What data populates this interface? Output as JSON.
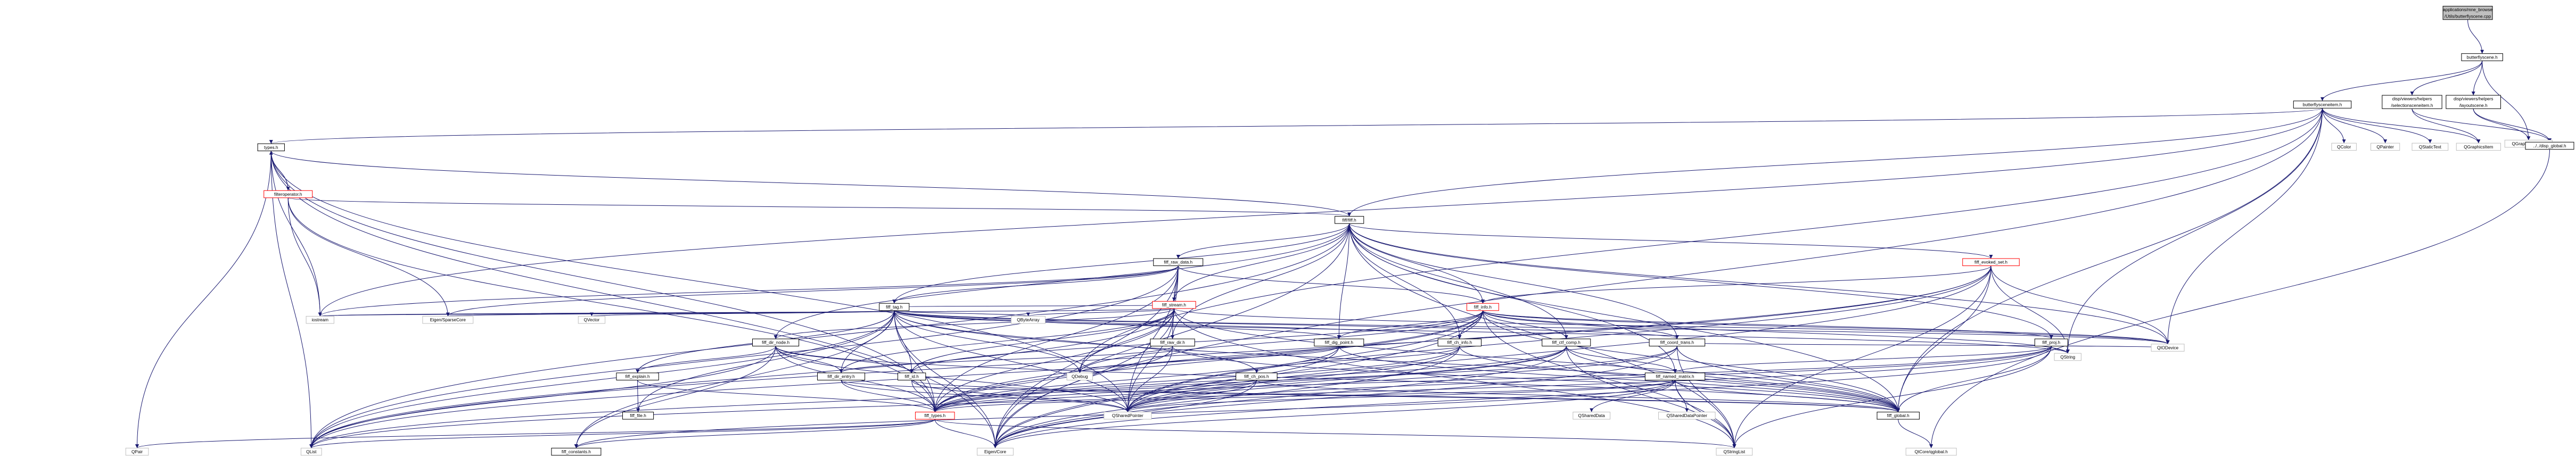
{
  "colors": {
    "background": "#ffffff",
    "node_border": "#000000",
    "node_fill": "#ffffff",
    "node_border_grey": "#bfbfbf",
    "node_border_red": "#ff0000",
    "root_fill": "#bfbfbf",
    "edge": "#191970",
    "label_text": "#000000"
  },
  "nodes": [
    {
      "id": "root",
      "lines": [
        "applications/mne_browse",
        "/Utils/butterflyscene.cpp"
      ],
      "style": "root"
    },
    {
      "id": "butterflyscene_h",
      "lines": [
        "butterflyscene.h"
      ],
      "style": "normal"
    },
    {
      "id": "butterflysceneitem_h",
      "lines": [
        "butterflysceneitem.h"
      ],
      "style": "normal"
    },
    {
      "id": "disp_selectionsceneitem_h",
      "lines": [
        "disp/viewers/helpers",
        "/selectionsceneitem.h"
      ],
      "style": "normal"
    },
    {
      "id": "disp_layoutscene_h",
      "lines": [
        "disp/viewers/helpers",
        "/layoutscene.h"
      ],
      "style": "normal"
    },
    {
      "id": "QGraphicsScene",
      "lines": [
        "QGraphicsScene"
      ],
      "style": "grey"
    },
    {
      "id": "types_h",
      "lines": [
        "types.h"
      ],
      "style": "normal"
    },
    {
      "id": "QColor",
      "lines": [
        "QColor"
      ],
      "style": "grey"
    },
    {
      "id": "QPainter",
      "lines": [
        "QPainter"
      ],
      "style": "grey"
    },
    {
      "id": "QStaticText",
      "lines": [
        "QStaticText"
      ],
      "style": "grey"
    },
    {
      "id": "QGraphicsItem",
      "lines": [
        "QGraphicsItem"
      ],
      "style": "grey"
    },
    {
      "id": "disp_global_h",
      "lines": [
        "../../disp_global.h"
      ],
      "style": "normal"
    },
    {
      "id": "filteroperator_h",
      "lines": [
        "filteroperator.h"
      ],
      "style": "red"
    },
    {
      "id": "fiff_h",
      "lines": [
        "fiff/fiff.h"
      ],
      "style": "normal"
    },
    {
      "id": "fiff_raw_data_h",
      "lines": [
        "fiff_raw_data.h"
      ],
      "style": "normal"
    },
    {
      "id": "fiff_evoked_set_h",
      "lines": [
        "fiff_evoked_set.h"
      ],
      "style": "red"
    },
    {
      "id": "fiff_tag_h",
      "lines": [
        "fiff_tag.h"
      ],
      "style": "normal"
    },
    {
      "id": "fiff_stream_h",
      "lines": [
        "fiff_stream.h"
      ],
      "style": "red"
    },
    {
      "id": "fiff_info_h",
      "lines": [
        "fiff_info.h"
      ],
      "style": "red"
    },
    {
      "id": "iostream",
      "lines": [
        "iostream"
      ],
      "style": "grey"
    },
    {
      "id": "Eigen_SparseCore",
      "lines": [
        "Eigen/SparseCore"
      ],
      "style": "grey"
    },
    {
      "id": "QVector",
      "lines": [
        "QVector"
      ],
      "style": "grey"
    },
    {
      "id": "QByteArray",
      "lines": [
        "QByteArray"
      ],
      "style": "grey"
    },
    {
      "id": "fiff_raw_dir_h",
      "lines": [
        "fiff_raw_dir.h"
      ],
      "style": "normal"
    },
    {
      "id": "fiff_dig_point_h",
      "lines": [
        "fiff_dig_point.h"
      ],
      "style": "normal"
    },
    {
      "id": "fiff_ch_info_h",
      "lines": [
        "fiff_ch_info.h"
      ],
      "style": "normal"
    },
    {
      "id": "fiff_ctf_comp_h",
      "lines": [
        "fiff_ctf_comp.h"
      ],
      "style": "normal"
    },
    {
      "id": "fiff_coord_trans_h",
      "lines": [
        "fiff_coord_trans.h"
      ],
      "style": "normal"
    },
    {
      "id": "fiff_proj_h",
      "lines": [
        "fiff_proj.h"
      ],
      "style": "normal"
    },
    {
      "id": "QIODevice",
      "lines": [
        "QIODevice"
      ],
      "style": "grey"
    },
    {
      "id": "QString",
      "lines": [
        "QString"
      ],
      "style": "grey"
    },
    {
      "id": "fiff_dir_node_h",
      "lines": [
        "fiff_dir_node.h"
      ],
      "style": "normal"
    },
    {
      "id": "fiff_explain_h",
      "lines": [
        "fiff_explain.h"
      ],
      "style": "normal"
    },
    {
      "id": "fiff_file_h",
      "lines": [
        "fiff_file.h"
      ],
      "style": "normal"
    },
    {
      "id": "fiff_dir_entry_h",
      "lines": [
        "fiff_dir_entry.h"
      ],
      "style": "normal"
    },
    {
      "id": "fiff_id_h",
      "lines": [
        "fiff_id.h"
      ],
      "style": "normal"
    },
    {
      "id": "QDebug",
      "lines": [
        "QDebug"
      ],
      "style": "grey"
    },
    {
      "id": "fiff_ch_pos_h",
      "lines": [
        "fiff_ch_pos.h"
      ],
      "style": "normal"
    },
    {
      "id": "fiff_named_matrix_h",
      "lines": [
        "fiff_named_matrix.h"
      ],
      "style": "normal"
    },
    {
      "id": "fiff_types_h",
      "lines": [
        "fiff_types.h"
      ],
      "style": "red"
    },
    {
      "id": "QSharedPointer",
      "lines": [
        "QSharedPointer"
      ],
      "style": "grey"
    },
    {
      "id": "fiff_global_h",
      "lines": [
        "fiff_global.h"
      ],
      "style": "normal"
    },
    {
      "id": "QSharedData",
      "lines": [
        "QSharedData"
      ],
      "style": "grey"
    },
    {
      "id": "QSharedDataPointer",
      "lines": [
        "QSharedDataPointer"
      ],
      "style": "grey"
    },
    {
      "id": "QPair",
      "lines": [
        "QPair"
      ],
      "style": "grey"
    },
    {
      "id": "QList",
      "lines": [
        "QList"
      ],
      "style": "grey"
    },
    {
      "id": "fiff_constants_h",
      "lines": [
        "fiff_constants.h"
      ],
      "style": "normal"
    },
    {
      "id": "Eigen_Core",
      "lines": [
        "Eigen/Core"
      ],
      "style": "grey"
    },
    {
      "id": "QStringList",
      "lines": [
        "QStringList"
      ],
      "style": "grey"
    },
    {
      "id": "QtCore_qglobal_h",
      "lines": [
        "QtCore/qglobal.h"
      ],
      "style": "grey"
    }
  ],
  "edges": [
    [
      "root",
      "butterflyscene_h"
    ],
    [
      "butterflyscene_h",
      "butterflysceneitem_h"
    ],
    [
      "butterflyscene_h",
      "disp_selectionsceneitem_h"
    ],
    [
      "butterflyscene_h",
      "disp_layoutscene_h"
    ],
    [
      "butterflyscene_h",
      "QGraphicsScene"
    ],
    [
      "butterflysceneitem_h",
      "types_h"
    ],
    [
      "butterflysceneitem_h",
      "QColor"
    ],
    [
      "butterflysceneitem_h",
      "QPainter"
    ],
    [
      "butterflysceneitem_h",
      "QStaticText"
    ],
    [
      "butterflysceneitem_h",
      "QGraphicsItem"
    ],
    [
      "butterflysceneitem_h",
      "fiff_h"
    ],
    [
      "butterflysceneitem_h",
      "QIODevice"
    ],
    [
      "butterflysceneitem_h",
      "Eigen_Core"
    ],
    [
      "butterflysceneitem_h",
      "QString"
    ],
    [
      "butterflysceneitem_h",
      "fiff_global_h"
    ],
    [
      "butterflysceneitem_h",
      "iostream"
    ],
    [
      "butterflysceneitem_h",
      "QDebug"
    ],
    [
      "disp_selectionsceneitem_h",
      "QGraphicsItem"
    ],
    [
      "disp_selectionsceneitem_h",
      "disp_global_h"
    ],
    [
      "disp_layoutscene_h",
      "disp_global_h"
    ],
    [
      "disp_layoutscene_h",
      "QGraphicsScene"
    ],
    [
      "disp_global_h",
      "QtCore_qglobal_h"
    ],
    [
      "types_h",
      "filteroperator_h"
    ],
    [
      "types_h",
      "fiff_h"
    ],
    [
      "types_h",
      "QPair"
    ],
    [
      "types_h",
      "QList"
    ],
    [
      "types_h",
      "Eigen_Core"
    ],
    [
      "types_h",
      "fiff_types_h"
    ],
    [
      "types_h",
      "iostream"
    ],
    [
      "types_h",
      "QSharedPointer"
    ],
    [
      "filteroperator_h",
      "types_h"
    ],
    [
      "filteroperator_h",
      "fiff_h"
    ],
    [
      "filteroperator_h",
      "Eigen_SparseCore"
    ],
    [
      "filteroperator_h",
      "iostream"
    ],
    [
      "filteroperator_h",
      "fiff_types_h"
    ],
    [
      "fiff_h",
      "fiff_raw_data_h"
    ],
    [
      "fiff_h",
      "fiff_evoked_set_h"
    ],
    [
      "fiff_h",
      "fiff_tag_h"
    ],
    [
      "fiff_h",
      "fiff_stream_h"
    ],
    [
      "fiff_h",
      "fiff_info_h"
    ],
    [
      "fiff_h",
      "fiff_raw_dir_h"
    ],
    [
      "fiff_h",
      "fiff_dir_node_h"
    ],
    [
      "fiff_h",
      "fiff_ctf_comp_h"
    ],
    [
      "fiff_h",
      "fiff_coord_trans_h"
    ],
    [
      "fiff_h",
      "fiff_proj_h"
    ],
    [
      "fiff_h",
      "fiff_named_matrix_h"
    ],
    [
      "fiff_h",
      "fiff_ch_info_h"
    ],
    [
      "fiff_h",
      "fiff_dig_point_h"
    ],
    [
      "fiff_h",
      "fiff_global_h"
    ],
    [
      "fiff_h",
      "QList"
    ],
    [
      "fiff_h",
      "Eigen_Core"
    ],
    [
      "fiff_h",
      "QStringList"
    ],
    [
      "fiff_h",
      "QIODevice"
    ],
    [
      "fiff_raw_data_h",
      "fiff_stream_h"
    ],
    [
      "fiff_raw_data_h",
      "fiff_info_h"
    ],
    [
      "fiff_raw_data_h",
      "fiff_raw_dir_h"
    ],
    [
      "fiff_raw_data_h",
      "fiff_tag_h"
    ],
    [
      "fiff_raw_data_h",
      "Eigen_SparseCore"
    ],
    [
      "fiff_raw_data_h",
      "iostream"
    ],
    [
      "fiff_raw_data_h",
      "QList"
    ],
    [
      "fiff_raw_data_h",
      "Eigen_Core"
    ],
    [
      "fiff_raw_data_h",
      "QSharedPointer"
    ],
    [
      "fiff_raw_data_h",
      "fiff_types_h"
    ],
    [
      "fiff_evoked_set_h",
      "fiff_info_h"
    ],
    [
      "fiff_evoked_set_h",
      "fiff_global_h"
    ],
    [
      "fiff_evoked_set_h",
      "QList"
    ],
    [
      "fiff_evoked_set_h",
      "QStringList"
    ],
    [
      "fiff_evoked_set_h",
      "QIODevice"
    ],
    [
      "fiff_evoked_set_h",
      "Eigen_Core"
    ],
    [
      "fiff_evoked_set_h",
      "QSharedPointer"
    ],
    [
      "fiff_evoked_set_h",
      "QString"
    ],
    [
      "fiff_evoked_set_h",
      "fiff_types_h"
    ],
    [
      "fiff_tag_h",
      "fiff_types_h"
    ],
    [
      "fiff_tag_h",
      "fiff_id_h"
    ],
    [
      "fiff_tag_h",
      "fiff_dir_entry_h"
    ],
    [
      "fiff_tag_h",
      "fiff_coord_trans_h"
    ],
    [
      "fiff_tag_h",
      "fiff_ch_info_h"
    ],
    [
      "fiff_tag_h",
      "fiff_ch_pos_h"
    ],
    [
      "fiff_tag_h",
      "fiff_dig_point_h"
    ],
    [
      "fiff_tag_h",
      "fiff_file_h"
    ],
    [
      "fiff_tag_h",
      "fiff_constants_h"
    ],
    [
      "fiff_tag_h",
      "fiff_explain_h"
    ],
    [
      "fiff_tag_h",
      "QByteArray"
    ],
    [
      "fiff_tag_h",
      "QVector"
    ],
    [
      "fiff_tag_h",
      "QString"
    ],
    [
      "fiff_tag_h",
      "QDebug"
    ],
    [
      "fiff_tag_h",
      "QSharedPointer"
    ],
    [
      "fiff_tag_h",
      "Eigen_Core"
    ],
    [
      "fiff_tag_h",
      "Eigen_SparseCore"
    ],
    [
      "fiff_tag_h",
      "iostream"
    ],
    [
      "fiff_tag_h",
      "QList"
    ],
    [
      "fiff_tag_h",
      "fiff_global_h"
    ],
    [
      "fiff_tag_h",
      "QIODevice"
    ],
    [
      "fiff_stream_h",
      "fiff_tag_h"
    ],
    [
      "fiff_stream_h",
      "fiff_dir_node_h"
    ],
    [
      "fiff_stream_h",
      "fiff_dir_entry_h"
    ],
    [
      "fiff_stream_h",
      "fiff_id_h"
    ],
    [
      "fiff_stream_h",
      "fiff_types_h"
    ],
    [
      "fiff_stream_h",
      "QByteArray"
    ],
    [
      "fiff_stream_h",
      "QList"
    ],
    [
      "fiff_stream_h",
      "QStringList"
    ],
    [
      "fiff_stream_h",
      "QDebug"
    ],
    [
      "fiff_stream_h",
      "QSharedPointer"
    ],
    [
      "fiff_stream_h",
      "QIODevice"
    ],
    [
      "fiff_stream_h",
      "iostream"
    ],
    [
      "fiff_stream_h",
      "fiff_global_h"
    ],
    [
      "fiff_stream_h",
      "Eigen_Core"
    ],
    [
      "fiff_info_h",
      "fiff_ch_info_h"
    ],
    [
      "fiff_info_h",
      "fiff_dig_point_h"
    ],
    [
      "fiff_info_h",
      "fiff_ctf_comp_h"
    ],
    [
      "fiff_info_h",
      "fiff_coord_trans_h"
    ],
    [
      "fiff_info_h",
      "fiff_proj_h"
    ],
    [
      "fiff_info_h",
      "fiff_id_h"
    ],
    [
      "fiff_info_h",
      "fiff_types_h"
    ],
    [
      "fiff_info_h",
      "fiff_global_h"
    ],
    [
      "fiff_info_h",
      "QList"
    ],
    [
      "fiff_info_h",
      "QStringList"
    ],
    [
      "fiff_info_h",
      "QSharedPointer"
    ],
    [
      "fiff_info_h",
      "Eigen_Core"
    ],
    [
      "fiff_info_h",
      "QString"
    ],
    [
      "fiff_info_h",
      "QDebug"
    ],
    [
      "fiff_info_h",
      "QIODevice"
    ],
    [
      "fiff_raw_dir_h",
      "fiff_dir_entry_h"
    ],
    [
      "fiff_raw_dir_h",
      "fiff_types_h"
    ],
    [
      "fiff_raw_dir_h",
      "QSharedPointer"
    ],
    [
      "fiff_raw_dir_h",
      "fiff_global_h"
    ],
    [
      "fiff_dig_point_h",
      "fiff_types_h"
    ],
    [
      "fiff_dig_point_h",
      "fiff_global_h"
    ],
    [
      "fiff_dig_point_h",
      "QSharedPointer"
    ],
    [
      "fiff_dig_point_h",
      "QDebug"
    ],
    [
      "fiff_ch_info_h",
      "fiff_ch_pos_h"
    ],
    [
      "fiff_ch_info_h",
      "fiff_types_h"
    ],
    [
      "fiff_ch_info_h",
      "QSharedPointer"
    ],
    [
      "fiff_ch_info_h",
      "Eigen_Core"
    ],
    [
      "fiff_ch_info_h",
      "fiff_global_h"
    ],
    [
      "fiff_ctf_comp_h",
      "fiff_named_matrix_h"
    ],
    [
      "fiff_ctf_comp_h",
      "fiff_types_h"
    ],
    [
      "fiff_ctf_comp_h",
      "fiff_global_h"
    ],
    [
      "fiff_ctf_comp_h",
      "QSharedPointer"
    ],
    [
      "fiff_ctf_comp_h",
      "Eigen_Core"
    ],
    [
      "fiff_ctf_comp_h",
      "QList"
    ],
    [
      "fiff_ctf_comp_h",
      "QStringList"
    ],
    [
      "fiff_coord_trans_h",
      "fiff_types_h"
    ],
    [
      "fiff_coord_trans_h",
      "fiff_global_h"
    ],
    [
      "fiff_coord_trans_h",
      "QSharedPointer"
    ],
    [
      "fiff_coord_trans_h",
      "Eigen_Core"
    ],
    [
      "fiff_coord_trans_h",
      "QIODevice"
    ],
    [
      "fiff_coord_trans_h",
      "QStringList"
    ],
    [
      "fiff_proj_h",
      "fiff_named_matrix_h"
    ],
    [
      "fiff_proj_h",
      "fiff_types_h"
    ],
    [
      "fiff_proj_h",
      "fiff_global_h"
    ],
    [
      "fiff_proj_h",
      "QList"
    ],
    [
      "fiff_proj_h",
      "QStringList"
    ],
    [
      "fiff_proj_h",
      "QString"
    ],
    [
      "fiff_proj_h",
      "Eigen_Core"
    ],
    [
      "fiff_proj_h",
      "QSharedPointer"
    ],
    [
      "fiff_dir_node_h",
      "fiff_dir_entry_h"
    ],
    [
      "fiff_dir_node_h",
      "fiff_id_h"
    ],
    [
      "fiff_dir_node_h",
      "fiff_types_h"
    ],
    [
      "fiff_dir_node_h",
      "fiff_explain_h"
    ],
    [
      "fiff_dir_node_h",
      "QList"
    ],
    [
      "fiff_dir_node_h",
      "QSharedPointer"
    ],
    [
      "fiff_dir_node_h",
      "fiff_global_h"
    ],
    [
      "fiff_dir_node_h",
      "fiff_constants_h"
    ],
    [
      "fiff_explain_h",
      "fiff_file_h"
    ],
    [
      "fiff_explain_h",
      "fiff_types_h"
    ],
    [
      "fiff_dir_entry_h",
      "fiff_types_h"
    ],
    [
      "fiff_dir_entry_h",
      "fiff_global_h"
    ],
    [
      "fiff_dir_entry_h",
      "QSharedPointer"
    ],
    [
      "fiff_id_h",
      "fiff_types_h"
    ],
    [
      "fiff_id_h",
      "fiff_global_h"
    ],
    [
      "fiff_id_h",
      "QSharedPointer"
    ],
    [
      "fiff_ch_pos_h",
      "fiff_types_h"
    ],
    [
      "fiff_ch_pos_h",
      "fiff_global_h"
    ],
    [
      "fiff_ch_pos_h",
      "Eigen_Core"
    ],
    [
      "fiff_ch_pos_h",
      "QSharedPointer"
    ],
    [
      "fiff_named_matrix_h",
      "fiff_types_h"
    ],
    [
      "fiff_named_matrix_h",
      "fiff_global_h"
    ],
    [
      "fiff_named_matrix_h",
      "QSharedData"
    ],
    [
      "fiff_named_matrix_h",
      "QSharedDataPointer"
    ],
    [
      "fiff_named_matrix_h",
      "QStringList"
    ],
    [
      "fiff_named_matrix_h",
      "Eigen_Core"
    ],
    [
      "fiff_named_matrix_h",
      "QSharedPointer"
    ],
    [
      "fiff_named_matrix_h",
      "fiff_constants_h"
    ],
    [
      "fiff_types_h",
      "QPair"
    ],
    [
      "fiff_types_h",
      "QList"
    ],
    [
      "fiff_types_h",
      "fiff_constants_h"
    ],
    [
      "fiff_types_h",
      "Eigen_Core"
    ],
    [
      "fiff_types_h",
      "QStringList"
    ],
    [
      "fiff_global_h",
      "QtCore_qglobal_h"
    ]
  ]
}
